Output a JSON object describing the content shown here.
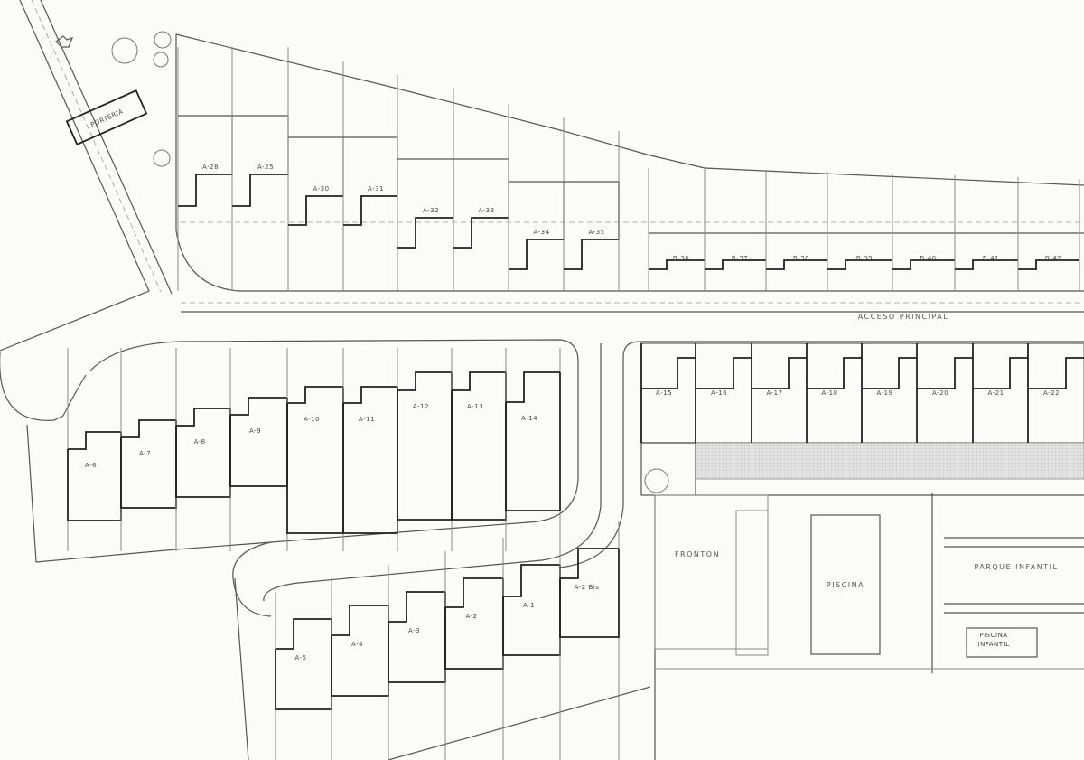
{
  "labels": {
    "porteria": "PORTERIA",
    "acceso": "ACCESO PRINCIPAL",
    "fronton": "FRONTON",
    "piscina": "PISCINA",
    "parque": "PARQUE INFANTIL",
    "piscina_infantil_1": "PISCINA",
    "piscina_infantil_2": "INFANTIL"
  },
  "lots": {
    "top_row": [
      "A-28",
      "A-25",
      "A-30",
      "A-31",
      "A-32",
      "A-33",
      "A-34",
      "A-35"
    ],
    "b_row": [
      "B-36",
      "B-37",
      "B-38",
      "B-39",
      "B-40",
      "B-41",
      "B-42"
    ],
    "middle_left": [
      "A-6",
      "A-7",
      "A-8",
      "A-9",
      "A-10",
      "A-11",
      "A-12",
      "A-13",
      "A-14"
    ],
    "middle_right": [
      "A-15",
      "A-16",
      "A-17",
      "A-18",
      "A-19",
      "A-20",
      "A-21",
      "A-22"
    ],
    "bottom_row": [
      "A-5",
      "A-4",
      "A-3",
      "A-2",
      "A-1",
      "A-2 Bis"
    ]
  },
  "colors": {
    "line": "#222222",
    "paper": "#fbfbfa"
  }
}
